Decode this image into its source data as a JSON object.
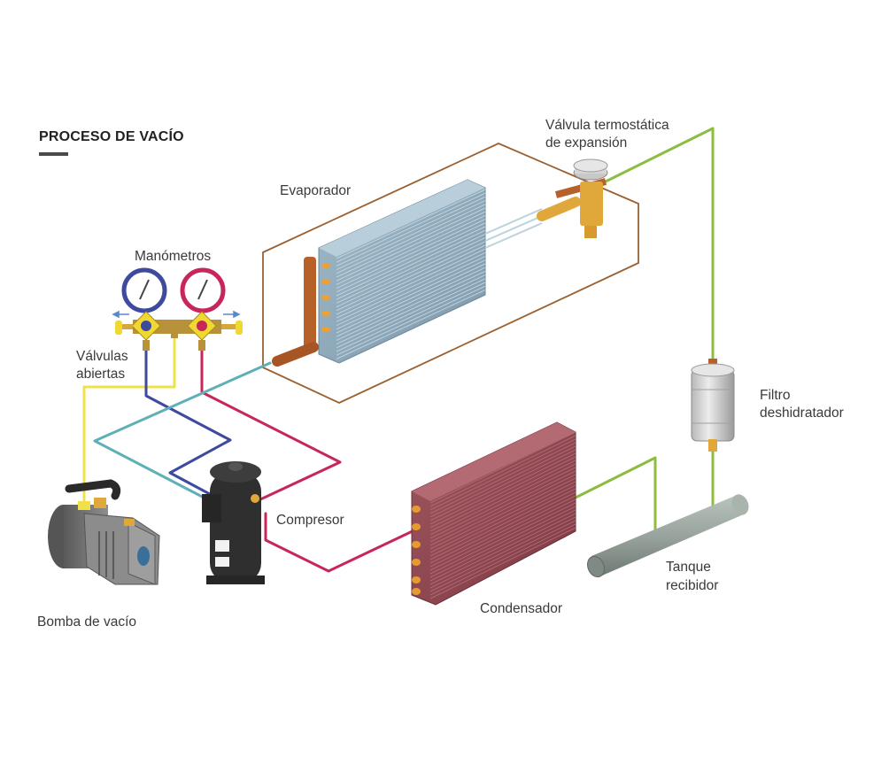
{
  "title": "PROCESO DE VACÍO",
  "labels": {
    "valvula": "Válvula termostática",
    "valvula2": "de expansión",
    "evaporador": "Evaporador",
    "manometros": "Manómetros",
    "valvulas": "Válvulas",
    "abiertas": "abiertas",
    "filtro": "Filtro",
    "deshidratador": "deshidratador",
    "compresor": "Compresor",
    "tanque": "Tanque",
    "recibidor": "recibidor",
    "condensador": "Condensador",
    "bomba": "Bomba de vacío"
  },
  "colors": {
    "copper": "#b8602a",
    "frame": "#9a6030",
    "yellow_line": "#f0e04a",
    "blue_line": "#3e4a9e",
    "red_line": "#c8265a",
    "teal_line": "#5fb0b6",
    "green_line": "#8cbd3e",
    "brass": "#e0a83a"
  }
}
